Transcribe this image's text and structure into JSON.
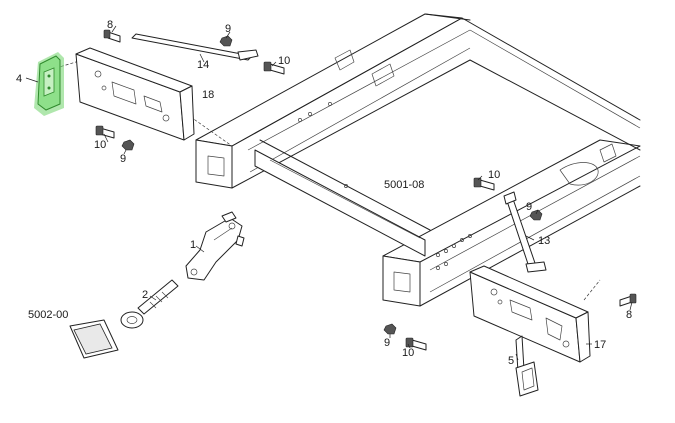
{
  "diagram": {
    "callouts": {
      "c1": "1",
      "c2": "2",
      "c4": "4",
      "c5": "5",
      "c8a": "8",
      "c8b": "8",
      "c9a": "9",
      "c9b": "9",
      "c9c": "9",
      "c9d": "9",
      "c10a": "10",
      "c10b": "10",
      "c10c": "10",
      "c10d": "10",
      "c13": "13",
      "c14": "14",
      "c17": "17",
      "c18": "18"
    },
    "refs": {
      "frame": "5001-08",
      "cover": "5002-00"
    },
    "highlight_color": "#6fd46a"
  }
}
